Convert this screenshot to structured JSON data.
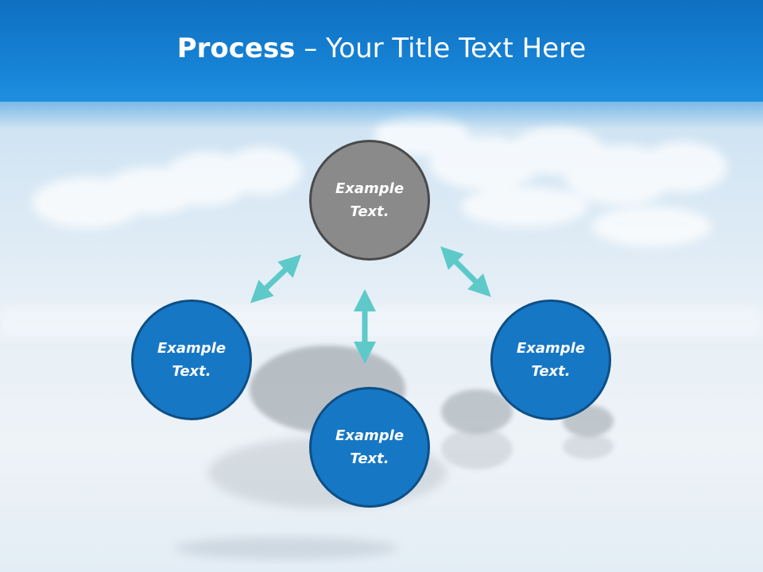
{
  "title": {
    "bold": "Process",
    "rest": " – Your Title Text Here"
  },
  "colors": {
    "header": "#1784d6",
    "node_blue": "#1677c5",
    "node_grey": "#8a8a8a",
    "arrow": "#5ec9c9"
  },
  "nodes": [
    {
      "line1": "Example",
      "line2": "Text.",
      "style": "grey"
    },
    {
      "line1": "Example",
      "line2": "Text.",
      "style": "blue"
    },
    {
      "line1": "Example",
      "line2": "Text.",
      "style": "blue"
    },
    {
      "line1": "Example",
      "line2": "Text.",
      "style": "blue"
    }
  ]
}
